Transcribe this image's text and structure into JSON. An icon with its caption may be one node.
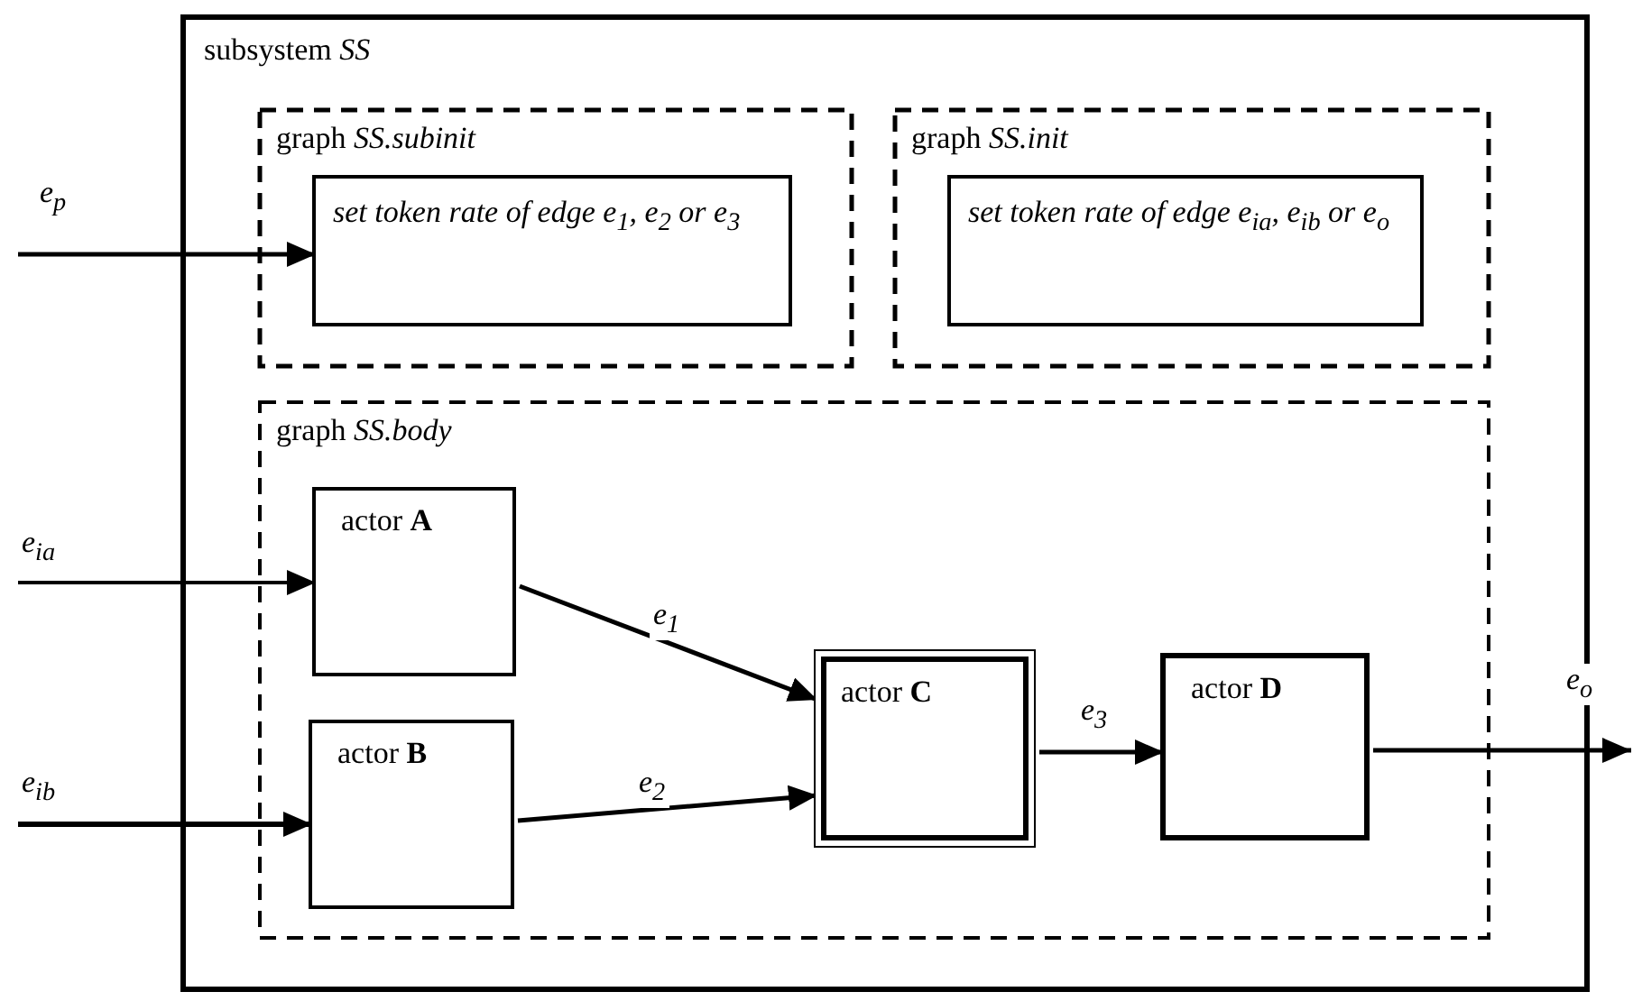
{
  "diagram": {
    "nodes": [
      {
        "text": [
          "subsystem *SS*"
        ]
      },
      {
        "text": [
          "graph *SS.subinit*"
        ],
        "in": 0
      },
      {
        "text": [
          "set token rate of edge e$_{1}$, e$_{2}$ or e$_{3}$"
        ],
        "in": 1
      },
      {
        "text": [
          "graph *SS.init*"
        ],
        "in": 0
      },
      {
        "text": [
          "set token rate  of edge e$_{ia}$, e$_{ib}$ or e$_{o}$"
        ],
        "in": 3
      },
      {
        "text": [
          "graph *SS.body*"
        ],
        "in": 0
      },
      {
        "text": [
          "actor **A**"
        ],
        "in": 5
      },
      {
        "text": [
          "actor **B**"
        ],
        "in": 5
      },
      {
        "text": [
          "actor **C**"
        ],
        "in": 5
      },
      {
        "text": [
          "actor **D**"
        ],
        "in": 5
      }
    ],
    "edges": [
      {
        "from": null,
        "to": 2,
        "arrow": "to",
        "label": "e$_{p}$"
      },
      {
        "from": null,
        "to": 6,
        "arrow": "to",
        "label": "e$_{ia}$"
      },
      {
        "from": null,
        "to": 7,
        "arrow": "to",
        "label": "e$_{ib}$"
      },
      {
        "from": 6,
        "to": 8,
        "arrow": "to",
        "label": "e$_{1}$"
      },
      {
        "from": 7,
        "to": 8,
        "arrow": "to",
        "label": "e$_{2}$"
      },
      {
        "from": 8,
        "to": 9,
        "arrow": "to",
        "label": "e$_{3}$"
      },
      {
        "from": 9,
        "to": null,
        "arrow": "to",
        "label": "e$_{o}$"
      }
    ]
  }
}
